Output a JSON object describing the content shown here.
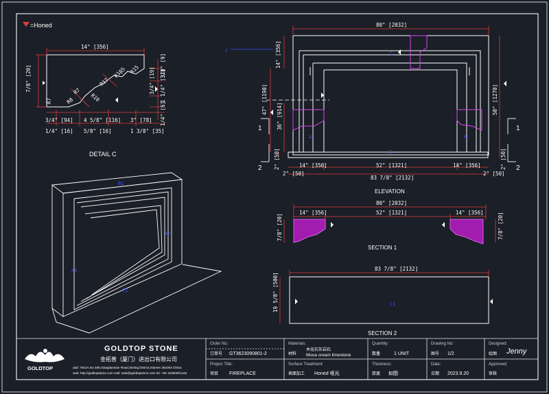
{
  "legend": {
    "label": "=Honed"
  },
  "detail_c": {
    "title": "DETAIL C",
    "dims": {
      "top_width": "14\" [356]",
      "left_height": "7/8\" [20]",
      "r_top": "R15",
      "r_mid_a": "R1'",
      "r_mid_b": "R5",
      "r_side": "R17",
      "r_low_a": "R10",
      "r_low_b": "R7",
      "r_low_c": "R8",
      "r_foot": "R7",
      "small_1": "3/8\" [9]",
      "small_2": "3/4\" [19]",
      "small_3": "1 1/4\" [31]",
      "small_4": "1/4\" [6]",
      "bot_1": "3/4\" [94]",
      "bot_2": "1/4\" [16]",
      "bot_3": "4 5/8\" [116]",
      "bot_4": "5/8\" [16]",
      "bot_5": "3\" [78]",
      "bot_6": "1 3/8\" [35]"
    }
  },
  "elevation": {
    "title": "ELEVATION",
    "top_width": "80\" [2032]",
    "left_top": "14\" [356]",
    "left_opening": "47\" [1190]",
    "left_low": "36\" [914]",
    "right_height": "50\" [1270]",
    "hearth_left": "2\" [50]",
    "hearth_right": "2\" [50]",
    "bottom_left": "14\" [356]",
    "bottom_mid": "52\" [1321]",
    "bottom_right": "14\" [356]",
    "bottom_total": "83 7/8\" [2132]",
    "edge_left": "2\" [50]",
    "edge_right": "2\" [50]",
    "section_1": "1",
    "section_2": "2",
    "marker_a": "A",
    "marker_b": "A",
    "marker_c": "C"
  },
  "section1": {
    "title": "SECTION 1",
    "top": "80\" [2032]",
    "left": "14\" [356]",
    "mid": "52\" [1321]",
    "right": "14\" [356]",
    "h_left": "7/8\" [20]",
    "h_right": "7/8\" [20]"
  },
  "section2": {
    "title": "SECTION 2",
    "top": "83 7/8\" [2132]",
    "left": "19 5/8\" [500]"
  },
  "title_block": {
    "company": "GOLDTOP STONE",
    "company_cn": "金拓普（厦门）进出口有限公司",
    "logo_text": "GOLDTOP",
    "address": "add: 7501A,No.488,Xiangtianwan Road,Siming District,Xiamen 361004 China.",
    "contact": "web: http://goldtopstone.com  mail: sale@goldtopstone.com  tel: +86 15060001443",
    "order_label": "Order No:",
    "order_cn": "订单号",
    "order_value": "GT3623090801-2",
    "project_label": "Project Title:",
    "project_cn": "项目",
    "project_value": "FIREPLACE",
    "materials_label": "Materials:",
    "materials_cn": "材料",
    "materials_value_cn": "木化石灰岩石",
    "materials_value": "Moca cream limestone",
    "surface_label": "Surface Treatment:",
    "surface_cn": "表面加工",
    "surface_value": "Honed 哑光",
    "quantity_label": "Quantity:",
    "quantity_cn": "数量",
    "quantity_value": "1 UNIT",
    "thickness_label": "Thickness:",
    "thickness_cn": "厚度",
    "thickness_value": "如图",
    "drawing_label": "Drawing No:",
    "drawing_cn": "图号",
    "drawing_value": "1/2",
    "date_label": "Date:",
    "date_cn": "日期",
    "date_value": "2023.9.20",
    "designed_label": "Designed:",
    "designed_cn": "绘图",
    "designed_value": "Jenny",
    "approved_label": "Approved:",
    "approved_cn": "审核"
  }
}
